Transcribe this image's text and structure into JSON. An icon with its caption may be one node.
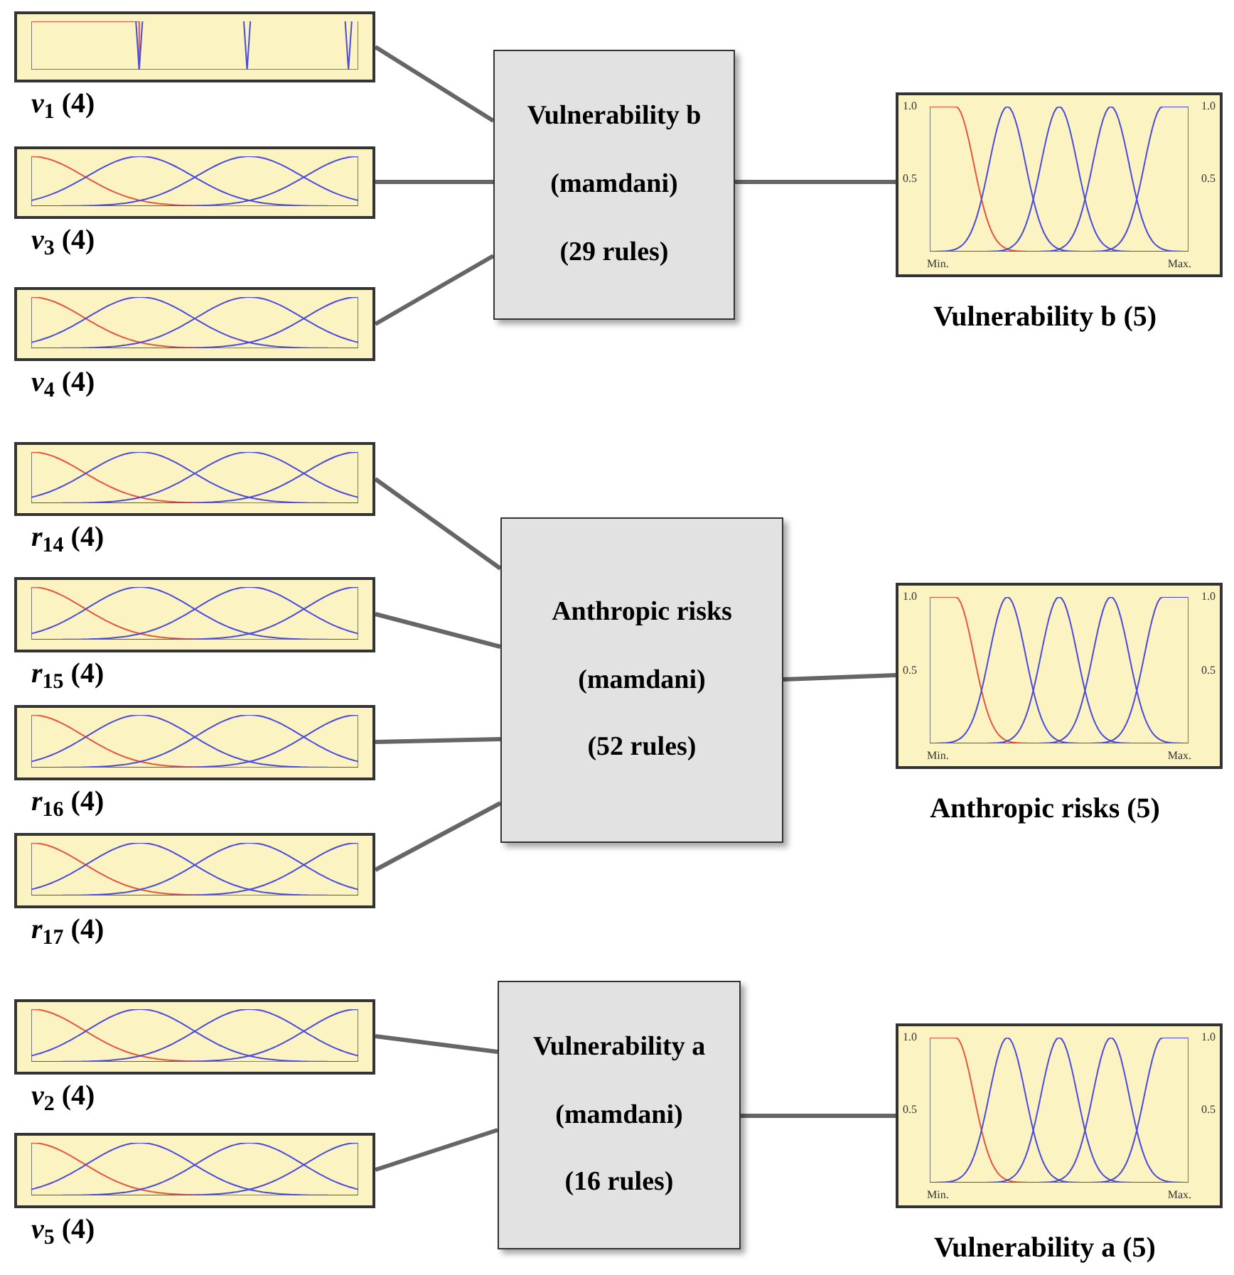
{
  "diagram": {
    "nodes": [
      {
        "text": [],
        "shape": "picture",
        "beside": [
          "*v*$_{1}$ (4)"
        ]
      },
      {
        "text": [],
        "shape": "picture",
        "beside": [
          "*v*$_{3}$ (4)"
        ]
      },
      {
        "text": [],
        "shape": "picture",
        "beside": [
          "*v*$_{4}$ (4)"
        ]
      },
      {
        "text": [
          "Vulnerability b",
          "(mamdani)",
          "(29 rules)"
        ]
      },
      {
        "text": [],
        "shape": "picture",
        "beside": [
          "Vulnerability b (5)"
        ]
      },
      {
        "text": [],
        "shape": "picture",
        "beside": [
          "*r*$_{14}$ (4)"
        ]
      },
      {
        "text": [],
        "shape": "picture",
        "beside": [
          "*r*$_{15}$ (4)"
        ]
      },
      {
        "text": [],
        "shape": "picture",
        "beside": [
          "*r*$_{16}$ (4)"
        ]
      },
      {
        "text": [],
        "shape": "picture",
        "beside": [
          "*r*$_{17}$ (4)"
        ]
      },
      {
        "text": [
          "Anthropic risks",
          "(mamdani)",
          "(52 rules)"
        ]
      },
      {
        "text": [],
        "shape": "picture",
        "beside": [
          "Anthropic risks (5)"
        ]
      },
      {
        "text": [],
        "shape": "picture",
        "beside": [
          "*v*$_{2}$ (4)"
        ]
      },
      {
        "text": [],
        "shape": "picture",
        "beside": [
          "*v*$_{5}$ (4)"
        ]
      },
      {
        "text": [
          "Vulnerability a",
          "(mamdani)",
          "(16 rules)"
        ]
      },
      {
        "text": [],
        "shape": "picture",
        "beside": [
          "Vulnerability a (5)"
        ]
      }
    ],
    "edges": [
      {
        "from": 0,
        "to": 3,
        "arrow": "none"
      },
      {
        "from": 1,
        "to": 3,
        "arrow": "none"
      },
      {
        "from": 2,
        "to": 3,
        "arrow": "none"
      },
      {
        "from": 3,
        "to": 4,
        "arrow": "none"
      },
      {
        "from": 5,
        "to": 9,
        "arrow": "none"
      },
      {
        "from": 6,
        "to": 9,
        "arrow": "none"
      },
      {
        "from": 7,
        "to": 9,
        "arrow": "none"
      },
      {
        "from": 8,
        "to": 9,
        "arrow": "none"
      },
      {
        "from": 9,
        "to": 10,
        "arrow": "none"
      },
      {
        "from": 11,
        "to": 13,
        "arrow": "none"
      },
      {
        "from": 12,
        "to": 13,
        "arrow": "none"
      },
      {
        "from": 13,
        "to": 14,
        "arrow": "none"
      }
    ],
    "labels": [
      "1.0",
      "0.5",
      "Min.",
      "Max.",
      "1.0",
      "0.5",
      "1.0",
      "0.5",
      "Min.",
      "Max.",
      "1.0",
      "0.5",
      "1.0",
      "0.5",
      "Min.",
      "Max.",
      "1.0",
      "0.5"
    ]
  }
}
